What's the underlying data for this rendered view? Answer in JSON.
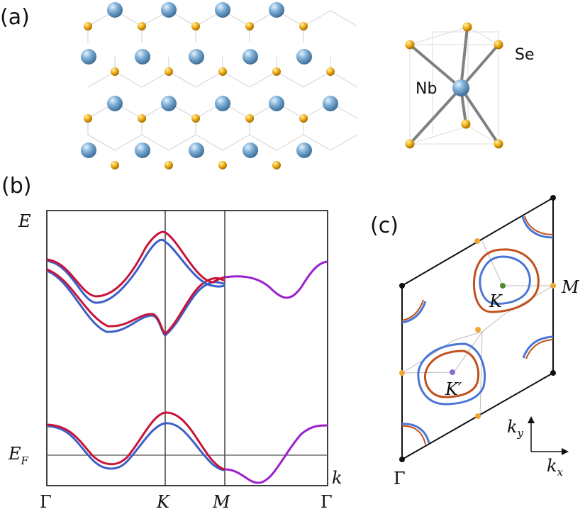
{
  "panel_a": {
    "label": "(a)",
    "metal_label": "Nb",
    "chalcogen_label": "Se"
  },
  "panel_b": {
    "label": "(b)",
    "energy_label": "E",
    "fermi_label_main": "E",
    "fermi_label_sub": "F",
    "k_label": "k",
    "x_ticks": [
      "Γ",
      "K",
      "M",
      "Γ"
    ]
  },
  "panel_c": {
    "label": "(c)",
    "k_point_label": "K",
    "k_prime_label": "K′",
    "m_label": "M",
    "gamma_label": "Γ",
    "ky_label_main": "k",
    "ky_label_sub": "y",
    "kx_label_main": "k",
    "kx_label_sub": "x"
  },
  "colors": {
    "spin_up": "#c8153a",
    "spin_down": "#3c5fc9",
    "degenerate": "#9b1fcf",
    "pocket_outer": "#c0501c",
    "pocket_inner": "#4a76d4",
    "nb_atom": "#6fa2cc",
    "se_atom": "#e5a412",
    "k_dot": "#4e8a2c",
    "k_prime_dot": "#8a6fd0",
    "m_dot": "#f2a531"
  }
}
